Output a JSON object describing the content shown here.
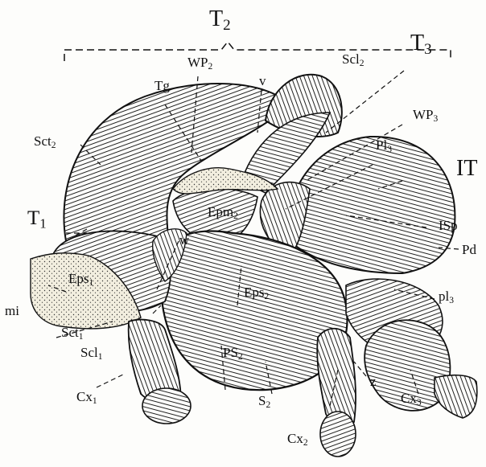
{
  "figure": {
    "labels": {
      "T2": {
        "main": "T",
        "sub": "2"
      },
      "T3": {
        "main": "T",
        "sub": "3"
      },
      "T1": {
        "main": "T",
        "sub": "1"
      },
      "IT": {
        "main": "IT",
        "sub": ""
      },
      "WP2": {
        "main": "WP",
        "sub": "2"
      },
      "WP3": {
        "main": "WP",
        "sub": "3"
      },
      "Tg": {
        "main": "Tg",
        "sub": ""
      },
      "v": {
        "main": "v",
        "sub": ""
      },
      "Scl2": {
        "main": "Scl",
        "sub": "2"
      },
      "Sct2": {
        "main": "Sct",
        "sub": "2"
      },
      "Pl3": {
        "main": "Pl",
        "sub": "3"
      },
      "Epm2": {
        "main": "Epm",
        "sub": "2"
      },
      "ISp": {
        "main": "ISp",
        "sub": ""
      },
      "Pd": {
        "main": "Pd",
        "sub": ""
      },
      "w": {
        "main": "w",
        "sub": ""
      },
      "Eps1": {
        "main": "Eps",
        "sub": "1"
      },
      "Eps2": {
        "main": "Eps",
        "sub": "2"
      },
      "pl3": {
        "main": "pl",
        "sub": "3"
      },
      "mi": {
        "main": "mi",
        "sub": ""
      },
      "Sct1": {
        "main": "Sct",
        "sub": "1"
      },
      "Scl1": {
        "main": "Scl",
        "sub": "1"
      },
      "PS2": {
        "main": "PS",
        "sub": "2"
      },
      "z": {
        "main": "z",
        "sub": ""
      },
      "Cx1": {
        "main": "Cx",
        "sub": "1"
      },
      "S2": {
        "main": "S",
        "sub": "2"
      },
      "Cx2": {
        "main": "Cx",
        "sub": "2"
      },
      "Cx3": {
        "main": "Cx",
        "sub": "3"
      }
    },
    "colors": {
      "ink": "#111111",
      "paper": "#fdfdfb",
      "stipple": "#e8e2cc"
    }
  }
}
